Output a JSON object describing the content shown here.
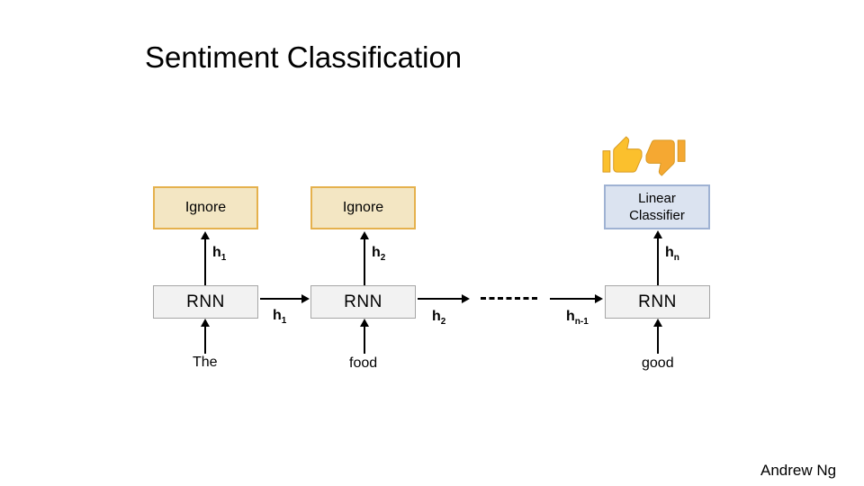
{
  "title": "Sentiment Classification",
  "header_icons": {
    "thumbs_up": "thumbs-up-icon",
    "thumbs_down": "thumbs-down-icon"
  },
  "diagram": {
    "ignore_1": "Ignore",
    "ignore_2": "Ignore",
    "classifier_line_1": "Linear",
    "classifier_line_2": "Classifier",
    "rnn_1": "RNN",
    "rnn_2": "RNN",
    "rnn_3": "RNN",
    "state_top_1": {
      "base": "h",
      "sub": "1"
    },
    "state_top_2": {
      "base": "h",
      "sub": "2"
    },
    "state_top_3": {
      "base": "h",
      "sub": "n"
    },
    "state_mid_1": {
      "base": "h",
      "sub": "1"
    },
    "state_mid_2": {
      "base": "h",
      "sub": "2"
    },
    "state_mid_3": {
      "base": "h",
      "sub": "n-1"
    },
    "word_1": "The",
    "word_2": "food",
    "word_3": "good"
  },
  "footer": {
    "credit": "Andrew Ng"
  },
  "colors": {
    "ignore_fill": "#F3E6C3",
    "ignore_border": "#E5B14D",
    "classifier_fill": "#DBE3F0",
    "classifier_border": "#9FB2D3",
    "rnn_fill": "#F2F2F2",
    "rnn_border": "#A6A6A6",
    "arrow_color": "#000000",
    "emoji_fill_up": "#FBC02D",
    "emoji_fill_down": "#F5A832",
    "emoji_outline": "#D79922"
  }
}
